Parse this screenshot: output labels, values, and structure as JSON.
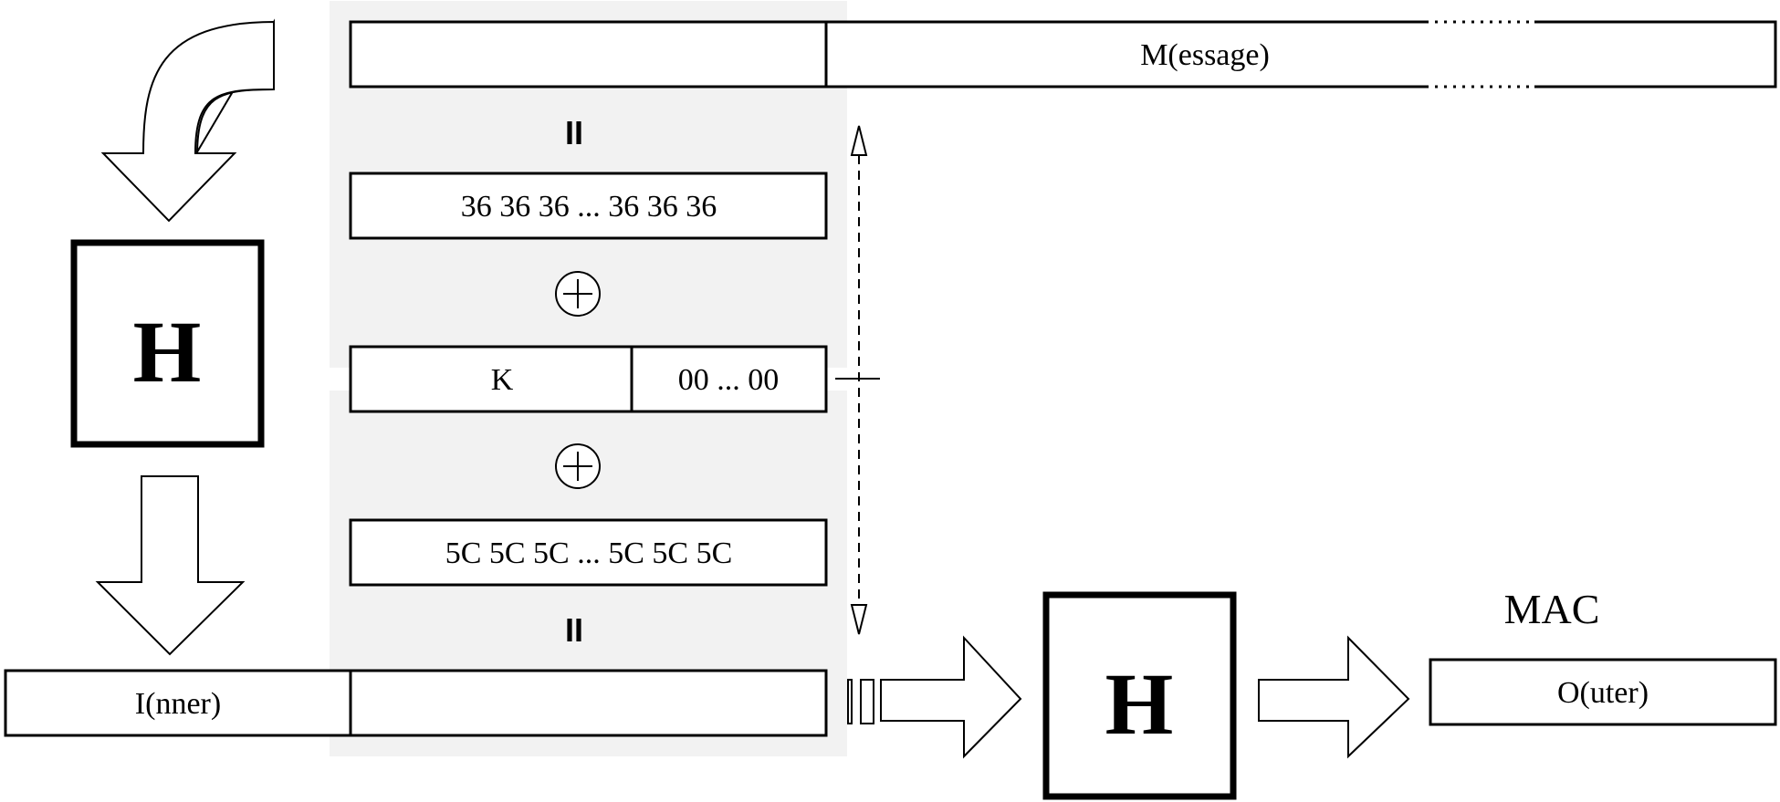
{
  "colors": {
    "background": "#ffffff",
    "stroke": "#000000",
    "panel": "#f2f2f2"
  },
  "labels": {
    "message": "M(essage)",
    "ipad": "36 36 36 ... 36 36 36",
    "key": "K",
    "key_padding": "00 ... 00",
    "opad": "5C 5C 5C ... 5C 5C 5C",
    "inner": "I(nner)",
    "outer": "O(uter)",
    "mac": "MAC",
    "hash_inner": "H",
    "hash_outer": "H",
    "concat_top": "II",
    "concat_bottom": "II",
    "xor_top": "⊕",
    "xor_bottom": "⊕"
  },
  "icons": {
    "curved_arrow": "curved-down-arrow-icon",
    "down_arrow": "down-arrow-icon",
    "right_arrow": "right-arrow-icon",
    "xor": "xor-icon",
    "concat": "concat-icon",
    "dashed_arrow": "double-headed-dashed-arrow-icon"
  }
}
